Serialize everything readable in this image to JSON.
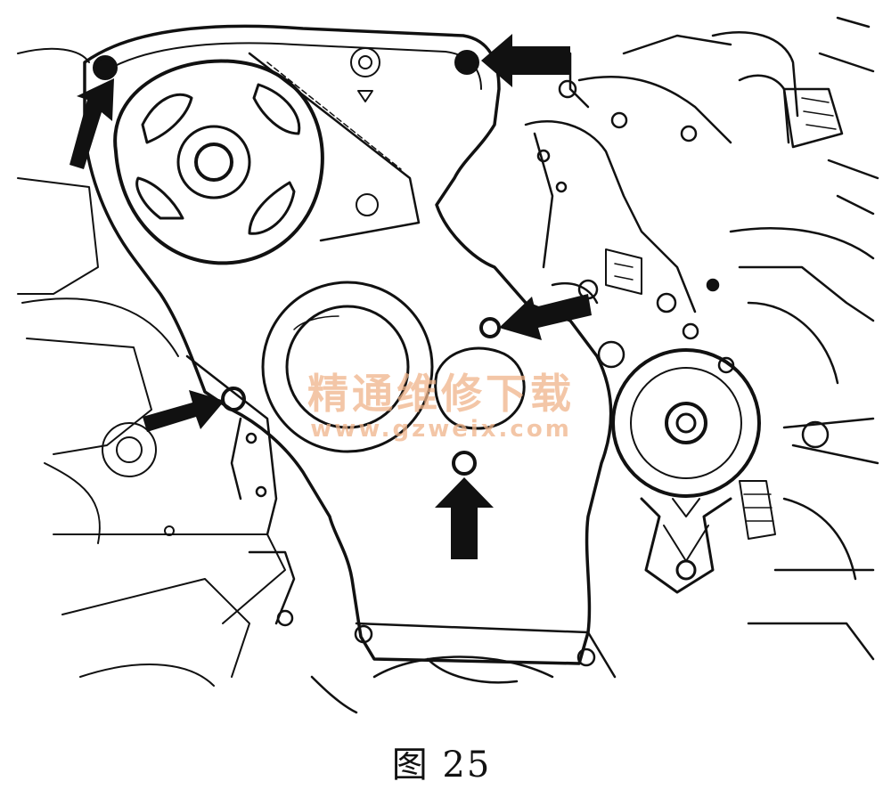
{
  "figure": {
    "caption": "图 25",
    "watermark": {
      "line1": "精通维修下载",
      "line2": "www.gzweix.com",
      "color": "#f0b48a"
    },
    "arrow_count": 5,
    "arrow_color": "#111111",
    "line_color": "#111111"
  }
}
